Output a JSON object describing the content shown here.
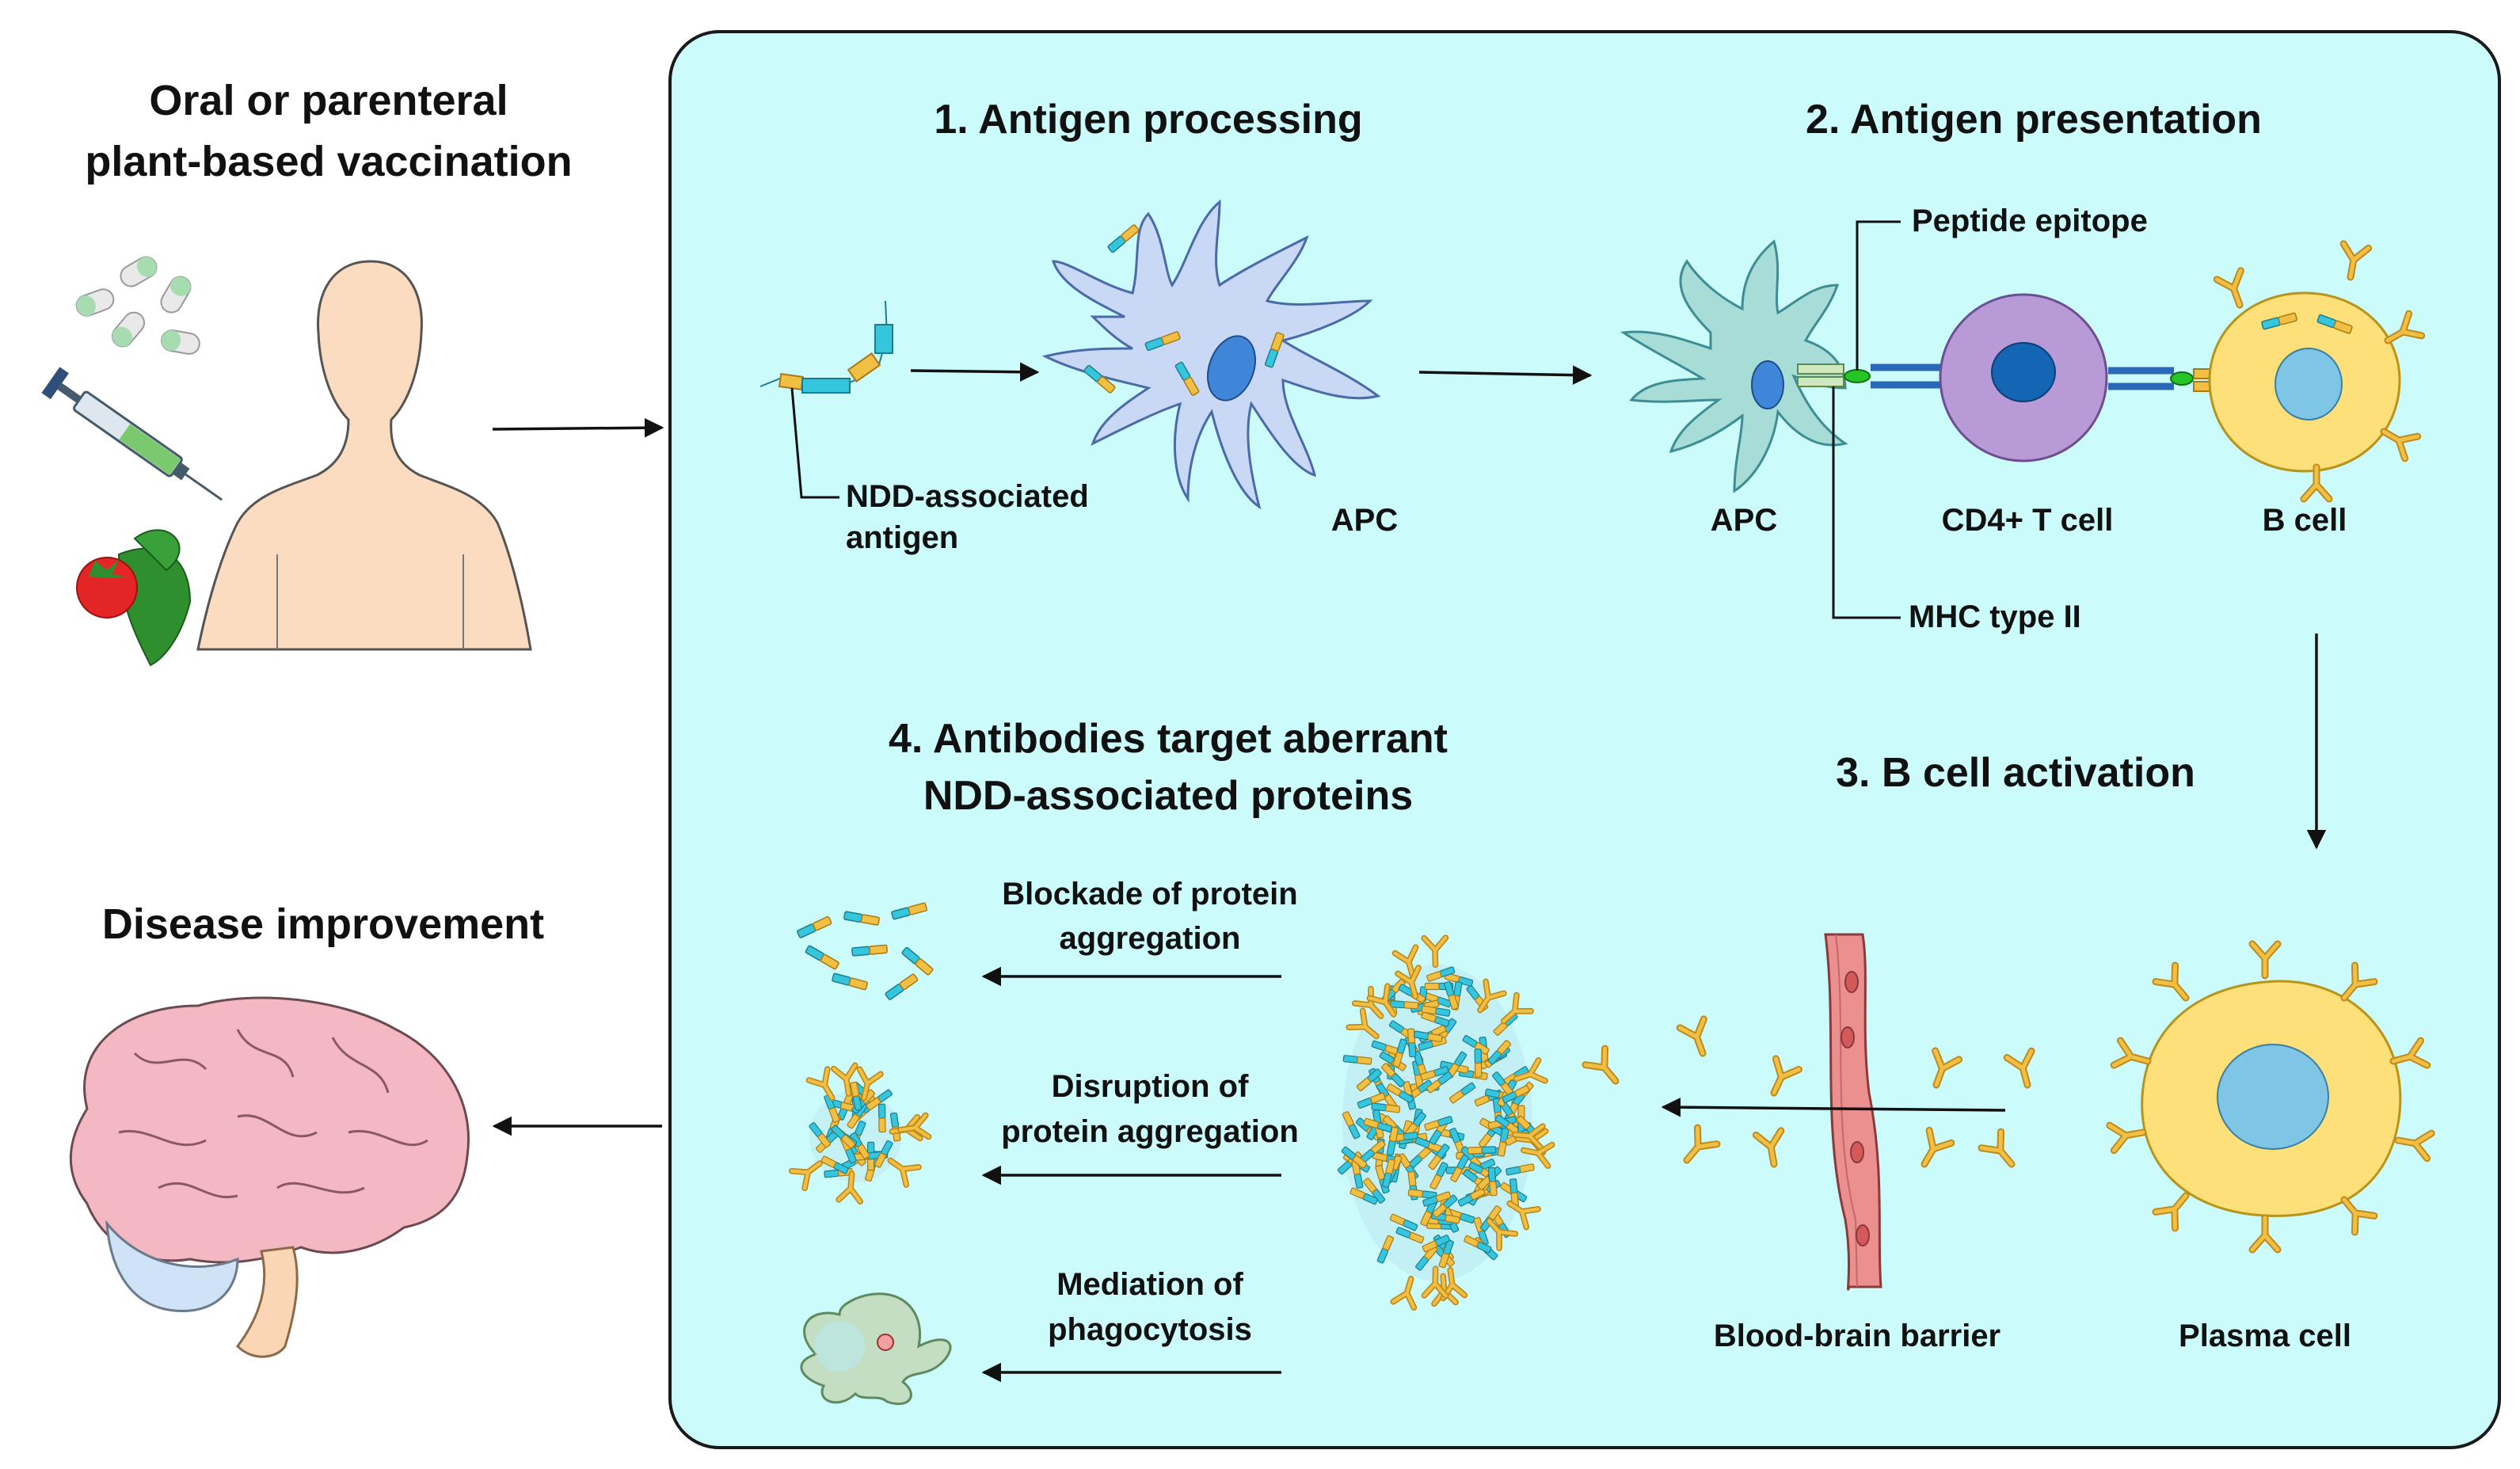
{
  "left_panel": {
    "vaccination_line1": "Oral or parenteral",
    "vaccination_line2": "plant-based vaccination",
    "disease_improvement": "Disease improvement"
  },
  "main_panel": {
    "background": "#ccfbfb",
    "step1": {
      "title": "1. Antigen processing",
      "antigen_label_line1": "NDD-associated",
      "antigen_label_line2": "antigen",
      "apc_label": "APC"
    },
    "step2": {
      "title": "2. Antigen presentation",
      "peptide_epitope": "Peptide epitope",
      "apc_label": "APC",
      "t_cell_label": "CD4+ T cell",
      "b_cell_label": "B cell",
      "mhc_label": "MHC type II"
    },
    "step3": {
      "title": "3. B cell activation",
      "bbb_label": "Blood-brain barrier",
      "plasma_label": "Plasma cell"
    },
    "step4": {
      "title_line1": "4. Antibodies target aberrant",
      "title_line2": "NDD-associated proteins",
      "blockade_line1": "Blockade of protein",
      "blockade_line2": "aggregation",
      "disruption_line1": "Disruption of",
      "disruption_line2": "protein aggregation",
      "mediation_line1": "Mediation of",
      "mediation_line2": "phagocytosis"
    }
  },
  "colors": {
    "skin": "#fbdcc0",
    "apc": "#c9d8f5",
    "apc_nucleus": "#3f86d8",
    "tcell": "#b79ad6",
    "tcell_nucleus": "#1565b5",
    "bcell": "#fde07a",
    "bcell_nucleus": "#7fc6e6",
    "antibody": "#e3a62a",
    "peptide_cyan": "#35c6de",
    "vessel": "#ec8f8f",
    "brain": "#f4b8c2"
  }
}
